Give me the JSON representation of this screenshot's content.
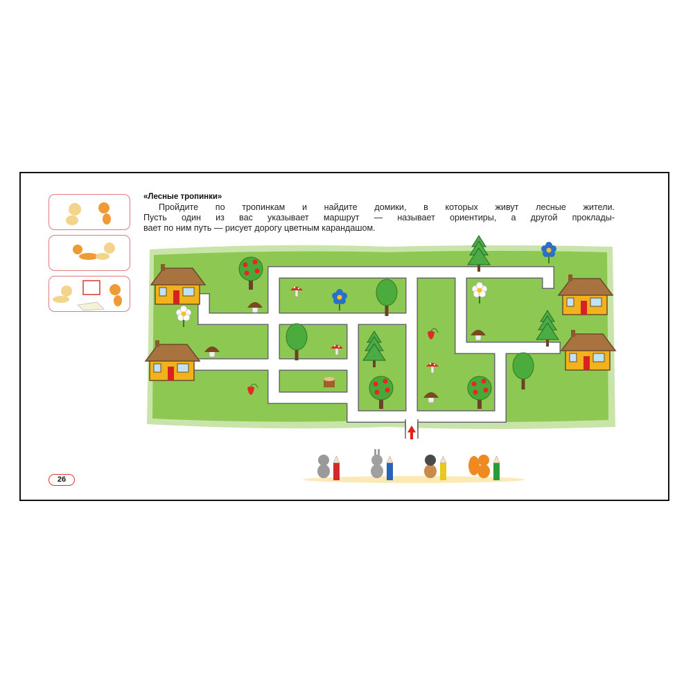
{
  "exercise": {
    "title": "«Лесные тропинки»",
    "lines": [
      "Пройдите по тропинкам и найдите домики, в которых живут лесные жители.",
      "Пусть один из вас  указывает маршрут — называет ориентиры,  а другой проклады-",
      "вает по ним путь — рисует дорогу цветным карандашом."
    ]
  },
  "page_number": "26",
  "side_panels": [
    "dog-and-cat-greeting",
    "dog-and-cat-walking",
    "dog-and-cat-drawing"
  ],
  "maze": {
    "houses": 4,
    "start_arrow_color": "#e0201c"
  },
  "characters": [
    {
      "animal": "mouse",
      "pencil_color": "#d42a2a"
    },
    {
      "animal": "rabbit",
      "pencil_color": "#2a62b8"
    },
    {
      "animal": "hedgehog",
      "pencil_color": "#e8c81c"
    },
    {
      "animal": "squirrel",
      "pencil_color": "#2a9a3a"
    }
  ],
  "colors": {
    "grass": "#8dc853",
    "grass_edge": "#c9e4a8",
    "path": "#ffffff",
    "frame": "#111111"
  }
}
